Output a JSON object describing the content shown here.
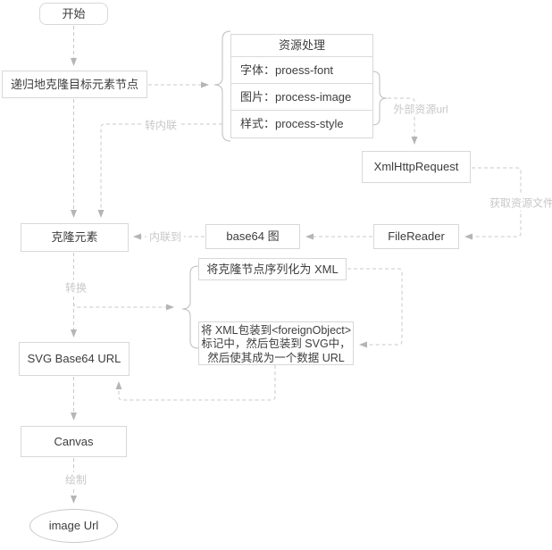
{
  "diagram": {
    "nodes": {
      "start": {
        "label": "开始"
      },
      "clone_node": {
        "label": "递归地克隆目标元素节点"
      },
      "resource": {
        "title": "资源处理",
        "rows": [
          "字体：proess-font",
          "图片：process-image",
          "样式：process-style"
        ]
      },
      "xmlhttprequest": {
        "label": "XmlHttpRequest"
      },
      "filereader": {
        "label": "FileReader"
      },
      "base64": {
        "label": "base64 图"
      },
      "clone_element": {
        "label": "克隆元素"
      },
      "serialize": {
        "label": "将克隆节点序列化为 XML"
      },
      "wrap": {
        "lines": [
          "将 XML包装到<foreignObject>",
          "标记中，然后包装到 SVG中，",
          "然后使其成为一个数据 URL"
        ]
      },
      "svg_url": {
        "label": "SVG Base64 URL"
      },
      "canvas": {
        "label": "Canvas"
      },
      "image_url": {
        "label": "image Url"
      }
    },
    "edge_labels": {
      "to_inline": "转内联",
      "external_url": "外部资源url",
      "fetch_file": "获取资源文件",
      "inline_to": "内联到",
      "convert": "转换",
      "draw": "绘制"
    },
    "colors": {
      "background": "#ffffff",
      "node_border": "#d8d8d8",
      "node_text": "#3d3d3d",
      "edge_line": "#c9c9c9",
      "brace_line": "#bdbdbd",
      "arrowhead": "#b5b5b5",
      "edge_label_text": "#c8c8c8"
    }
  }
}
